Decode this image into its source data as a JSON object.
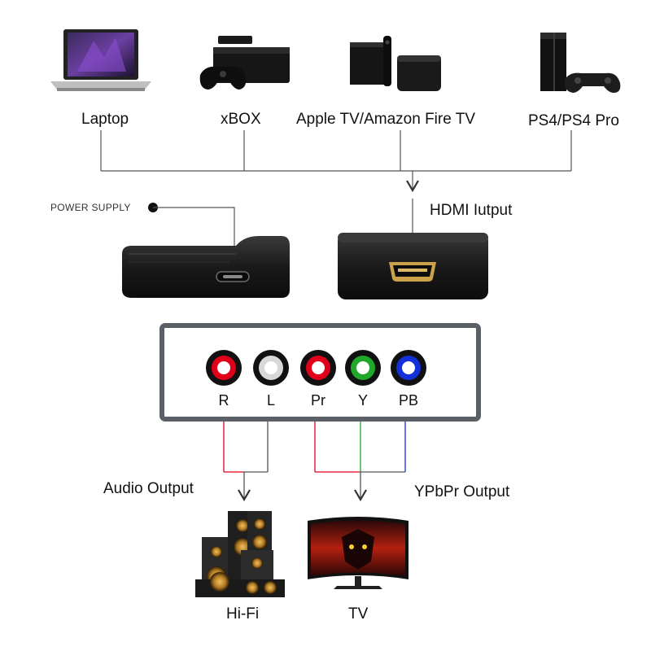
{
  "sources": {
    "laptop": "Laptop",
    "xbox": "xBOX",
    "apple_tv": "Apple TV/Amazon Fire TV",
    "ps4": "PS4/PS4 Pro"
  },
  "power_supply": "POWER SUPPLY",
  "hdmi_label": "HDMI Iutput",
  "jacks": [
    {
      "label": "R",
      "color": "#e0001b"
    },
    {
      "label": "L",
      "color": "#d8d8d8"
    },
    {
      "label": "Pr",
      "color": "#e0001b"
    },
    {
      "label": "Y",
      "color": "#1fa82a"
    },
    {
      "label": "PB",
      "color": "#1430d8"
    }
  ],
  "audio_output": "Audio Output",
  "ypbpr_output": "YPbPr Output",
  "hifi": "Hi-Fi",
  "tv": "TV",
  "colors": {
    "panel_border": "#5b5f66",
    "device_body": "#1b1b1b",
    "line": "#555555"
  }
}
